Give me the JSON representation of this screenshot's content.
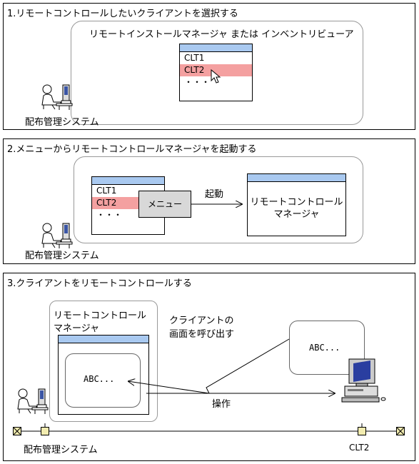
{
  "panel1": {
    "title": "1.リモートコントロールしたいクライアントを選択する",
    "box_title": "リモートインストールマネージャ または インベントリビューア",
    "list": [
      "CLT1",
      "CLT2",
      "・・・"
    ],
    "system_label": "配布管理システム"
  },
  "panel2": {
    "title": "2.メニューからリモートコントロールマネージャを起動する",
    "list": [
      "CLT1",
      "CLT2",
      "・・・"
    ],
    "menu_label": "メニュー",
    "arrow_label": "起動",
    "window_text_1": "リモートコントロール",
    "window_text_2": "マネージャ",
    "system_label": "配布管理システム"
  },
  "panel3": {
    "title": "3.クライアントをリモートコントロールする",
    "manager_title_1": "リモートコントロール",
    "manager_title_2": "マネージャ",
    "screen_text": "ABC...",
    "callout_text_1": "クライアントの",
    "callout_text_2": "画面を呼び出す",
    "remote_screen_text": "ABC...",
    "operate_label": "操作",
    "system_label": "配布管理システム",
    "client_label": "CLT2"
  }
}
